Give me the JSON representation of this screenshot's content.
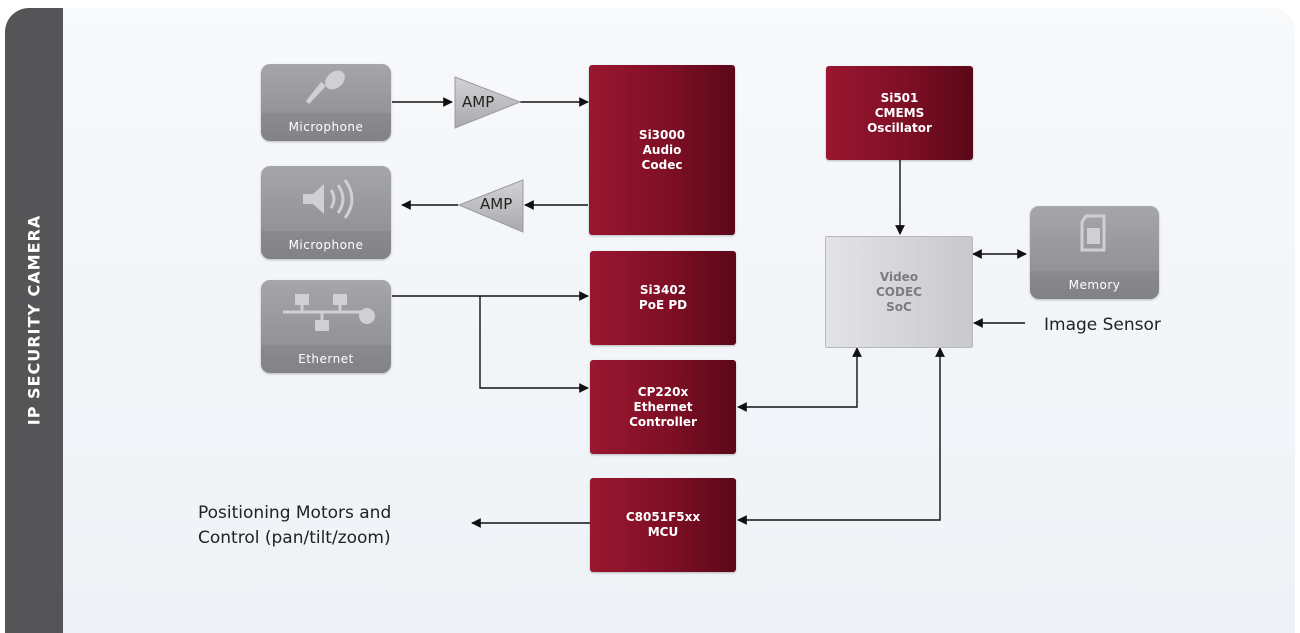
{
  "side_title": "IP SECURITY CAMERA",
  "inputs": {
    "microphone_in": "Microphone",
    "speaker_out": "Microphone",
    "ethernet": "Ethernet",
    "memory": "Memory"
  },
  "amps": {
    "amp_in": "AMP",
    "amp_out": "AMP"
  },
  "chips": {
    "audio_codec": "Si3000\nAudio\nCodec",
    "oscillator": "Si501\nCMEMS\nOscillator",
    "poe": "Si3402\nPoE PD",
    "ethernet_ctrl": "CP220x\nEthernet\nController",
    "mcu": "C8051F5xx\nMCU",
    "soc": "Video\nCODEC\nSoC"
  },
  "labels": {
    "image_sensor": "Image Sensor",
    "motors_line1": "Positioning Motors and",
    "motors_line2": "Control (pan/tilt/zoom)"
  },
  "colors": {
    "chip_red": "#8a1228",
    "side_bar": "#555558",
    "soc_grey": "#d6d6d8"
  }
}
